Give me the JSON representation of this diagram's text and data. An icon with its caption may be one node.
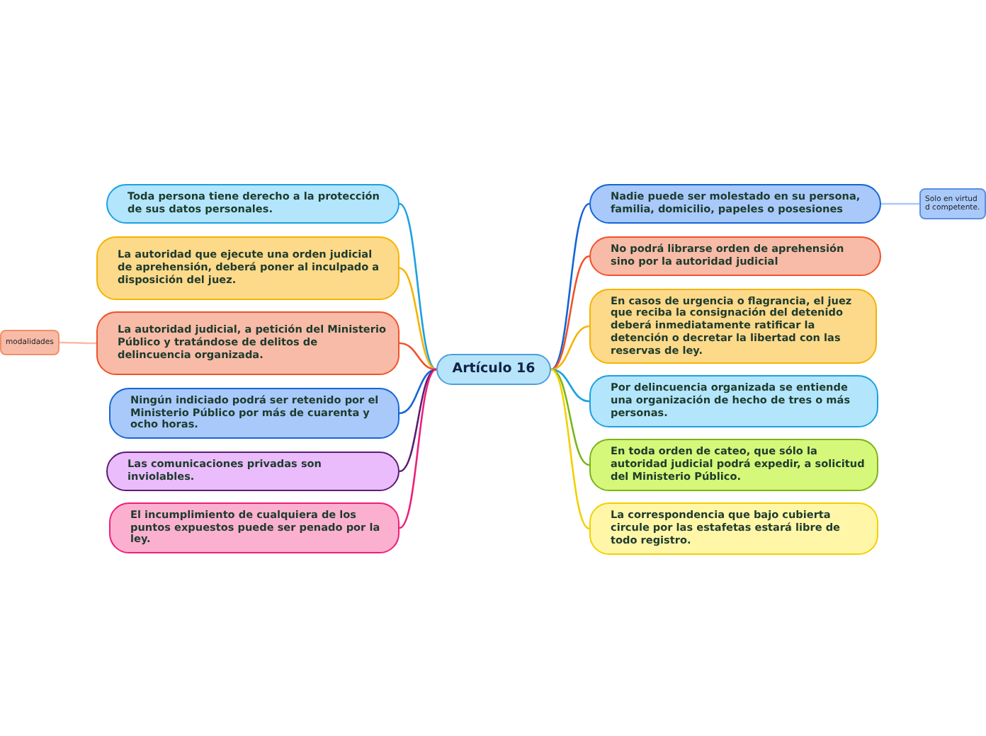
{
  "diagram": {
    "nodes": [
      {
        "text": [
          "Artículo 16"
        ]
      },
      {
        "text": [
          "Toda persona tiene derecho a la protección de sus datos personales."
        ]
      },
      {
        "text": [
          "La autoridad que ejecute una orden judicial de aprehensión, deberá poner al inculpado a disposición del juez."
        ]
      },
      {
        "text": [
          "La autoridad judicial, a petición del Ministerio Público y tratándose de delitos de delincuencia organizada."
        ]
      },
      {
        "text": [
          "Ningún indiciado podrá ser retenido por el Ministerio Público por más de cuarenta y ocho horas."
        ]
      },
      {
        "text": [
          "Las comunicaciones privadas son inviolables."
        ]
      },
      {
        "text": [
          "El incumplimiento de cualquiera de los puntos expuestos puede ser penado por la ley."
        ]
      },
      {
        "text": [
          "Nadie puede ser molestado en su persona, familia, domicilio, papeles o posesiones"
        ]
      },
      {
        "text": [
          "No podrá librarse orden de aprehensión sino por la autoridad judicial"
        ]
      },
      {
        "text": [
          "En casos de urgencia o flagrancia, el juez que reciba la consignación del detenido deberá inmediatamente ratificar la detención o decretar la libertad con las reservas de ley."
        ]
      },
      {
        "text": [
          "Por delincuencia organizada se entiende una organización de hecho de tres o más personas."
        ]
      },
      {
        "text": [
          "En toda orden de cateo, que sólo la autoridad judicial podrá expedir, a solicitud del Ministerio Público."
        ]
      },
      {
        "text": [
          "La correspondencia que bajo cubierta circule por las estafetas estará libre de todo registro."
        ]
      },
      {
        "text": [
          "modalidades"
        ]
      },
      {
        "text": [
          "Solo en virtud d competente."
        ]
      }
    ],
    "edges": [
      {
        "from": 0,
        "to": 1,
        "arrow": "none",
        "color": "#1ba1e2"
      },
      {
        "from": 0,
        "to": 2,
        "arrow": "none",
        "color": "#f5b400"
      },
      {
        "from": 0,
        "to": 3,
        "arrow": "none",
        "color": "#f0522a"
      },
      {
        "from": 0,
        "to": 4,
        "arrow": "none",
        "color": "#1565d8"
      },
      {
        "from": 0,
        "to": 5,
        "arrow": "none",
        "color": "#5c1c72"
      },
      {
        "from": 0,
        "to": 6,
        "arrow": "none",
        "color": "#ef1f7a"
      },
      {
        "from": 0,
        "to": 7,
        "arrow": "none",
        "color": "#1565d8"
      },
      {
        "from": 0,
        "to": 8,
        "arrow": "none",
        "color": "#f0522a"
      },
      {
        "from": 0,
        "to": 9,
        "arrow": "none",
        "color": "#f5b400"
      },
      {
        "from": 0,
        "to": 10,
        "arrow": "none",
        "color": "#1ba1e2"
      },
      {
        "from": 0,
        "to": 11,
        "arrow": "none",
        "color": "#7cb518"
      },
      {
        "from": 0,
        "to": 12,
        "arrow": "none",
        "color": "#f2d100"
      },
      {
        "from": 3,
        "to": 13,
        "arrow": "none",
        "color": "#f8bba7"
      },
      {
        "from": 7,
        "to": 14,
        "arrow": "none",
        "color": "#a9c9fb"
      }
    ]
  }
}
